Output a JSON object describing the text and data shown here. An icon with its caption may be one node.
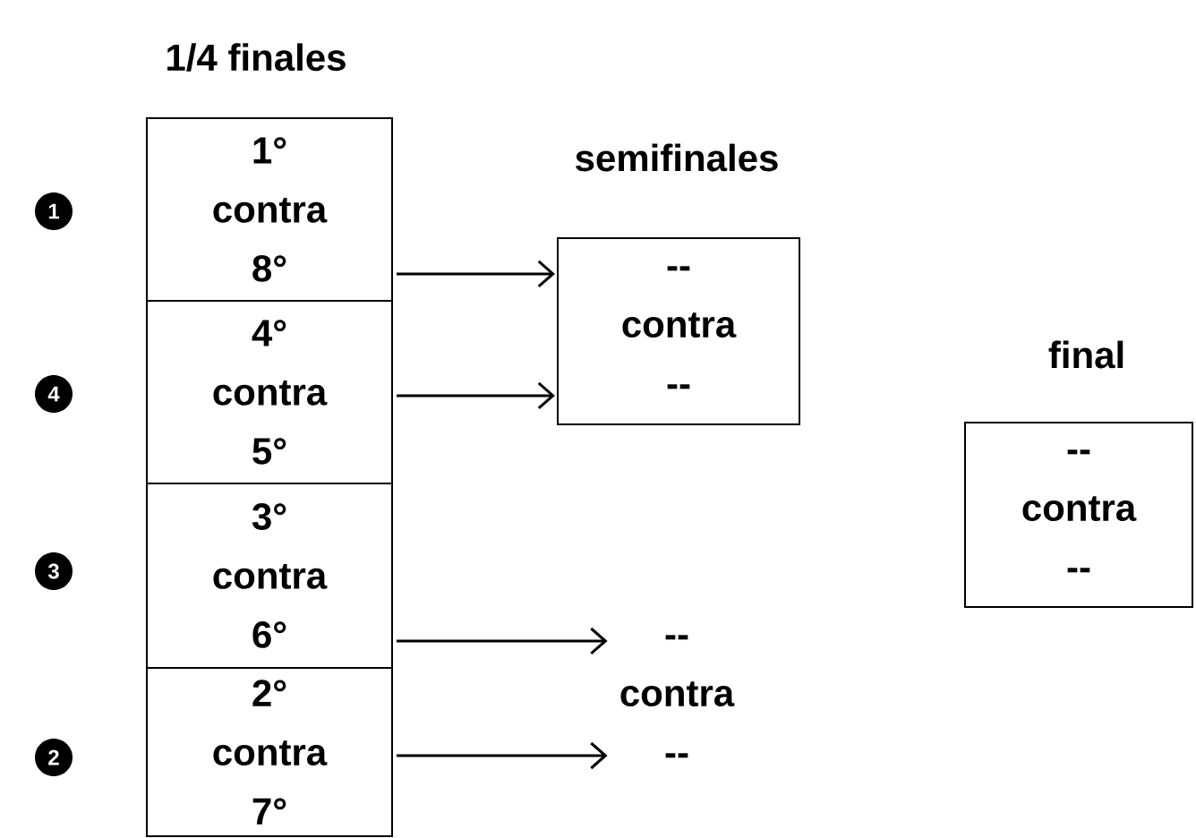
{
  "diagram": {
    "nodes": [
      {
        "text": [
          "1° contra 8°"
        ]
      },
      {
        "text": [
          "4° contra 5°"
        ]
      },
      {
        "text": [
          "3° contra 6°"
        ]
      },
      {
        "text": [
          "2° contra 7°"
        ]
      },
      {
        "text": [
          "-- contra --"
        ]
      },
      {
        "text": [
          "-- contra --"
        ]
      },
      {
        "text": [
          "-- contra --"
        ]
      },
      {
        "text": [
          "1"
        ]
      },
      {
        "text": [
          "4"
        ]
      },
      {
        "text": [
          "3"
        ]
      },
      {
        "text": [
          "2"
        ]
      }
    ],
    "edges": [
      {
        "from": 0,
        "to": 4,
        "arrow": "to"
      },
      {
        "from": 1,
        "to": 4,
        "arrow": "to"
      },
      {
        "from": 2,
        "to": 5,
        "arrow": "to"
      },
      {
        "from": 3,
        "to": 5,
        "arrow": "to"
      }
    ],
    "labels": [
      "1/4 finales",
      "semifinales",
      "final"
    ]
  }
}
